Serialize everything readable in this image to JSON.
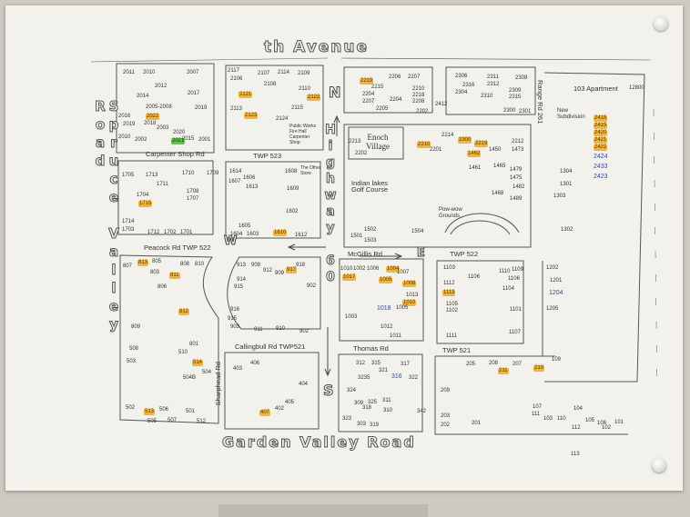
{
  "roads": {
    "top": "th Avenue",
    "left": "Spruce Valley Road",
    "center": "Highway 60",
    "bottom": "Garden Valley Road",
    "range_rd": "Range Rd 261",
    "carpenter": "Carpenter Shop Rd",
    "twp523": "TWP 523",
    "peacock": "Peacock Rd TWP 522",
    "mcgillis": "McGillis Rd",
    "twp522": "TWP 522",
    "callingbull": "Callingbull Rd TWP521",
    "thomas": "Thomas Rd",
    "twp521": "TWP 521",
    "sharphead": "Sharphead Rd"
  },
  "compass": {
    "north": "N",
    "south": "S",
    "west": "W",
    "east": "E"
  },
  "places": {
    "enoch": "Enoch Village",
    "golf": "Indian lakes Golf Course",
    "powwow": "Pow-wow Grounds",
    "apartment": "103 Apartment",
    "subdivision": "New Subdivision",
    "public_works": "Public Works Fire Hall Carpenter Shop",
    "other_store": "The Other Store"
  },
  "colors": {
    "highlight_orange": "#f1b53e",
    "highlight_green": "#5cc44e",
    "ink_blue": "#3a4a9a"
  },
  "labels": [
    {
      "t": "2011",
      "h": ""
    },
    {
      "t": "2010",
      "h": ""
    },
    {
      "t": "2007",
      "h": ""
    },
    {
      "t": "2012",
      "h": ""
    },
    {
      "t": "2014",
      "h": ""
    },
    {
      "t": "2005-2008",
      "h": ""
    },
    {
      "t": "2017",
      "h": ""
    },
    {
      "t": "2019",
      "h": ""
    },
    {
      "t": "2016",
      "h": ""
    },
    {
      "t": "2022",
      "h": "o"
    },
    {
      "t": "2019",
      "h": ""
    },
    {
      "t": "2018",
      "h": ""
    },
    {
      "t": "2003",
      "h": ""
    },
    {
      "t": "2020",
      "h": ""
    },
    {
      "t": "2021",
      "h": "g"
    },
    {
      "t": "2015",
      "h": ""
    },
    {
      "t": "2001",
      "h": ""
    },
    {
      "t": "2010",
      "h": ""
    },
    {
      "t": "2002",
      "h": ""
    },
    {
      "t": "2117",
      "h": ""
    },
    {
      "t": "2106",
      "h": ""
    },
    {
      "t": "2107",
      "h": ""
    },
    {
      "t": "2114",
      "h": ""
    },
    {
      "t": "2109",
      "h": ""
    },
    {
      "t": "2108",
      "h": ""
    },
    {
      "t": "2110",
      "h": ""
    },
    {
      "t": "2121",
      "h": "o"
    },
    {
      "t": "2122",
      "h": "o"
    },
    {
      "t": "2113",
      "h": ""
    },
    {
      "t": "2123",
      "h": "o"
    },
    {
      "t": "2115",
      "h": ""
    },
    {
      "t": "2124",
      "h": ""
    },
    {
      "t": "2219",
      "h": "o"
    },
    {
      "t": "2206",
      "h": ""
    },
    {
      "t": "2207",
      "h": ""
    },
    {
      "t": "2215",
      "h": ""
    },
    {
      "t": "2204",
      "h": ""
    },
    {
      "t": "2210",
      "h": ""
    },
    {
      "t": "2218",
      "h": ""
    },
    {
      "t": "2207",
      "h": ""
    },
    {
      "t": "2204",
      "h": ""
    },
    {
      "t": "2208",
      "h": ""
    },
    {
      "t": "2205",
      "h": ""
    },
    {
      "t": "2202",
      "h": ""
    },
    {
      "t": "2412",
      "h": ""
    },
    {
      "t": "2306",
      "h": ""
    },
    {
      "t": "2311",
      "h": ""
    },
    {
      "t": "2316",
      "h": ""
    },
    {
      "t": "2312",
      "h": ""
    },
    {
      "t": "2304",
      "h": ""
    },
    {
      "t": "2310",
      "h": ""
    },
    {
      "t": "2308",
      "h": ""
    },
    {
      "t": "2309",
      "h": ""
    },
    {
      "t": "2315",
      "h": ""
    },
    {
      "t": "2300",
      "h": ""
    },
    {
      "t": "2301",
      "h": ""
    },
    {
      "t": "2210",
      "h": "o"
    },
    {
      "t": "2213",
      "h": ""
    },
    {
      "t": "2202",
      "h": ""
    },
    {
      "t": "2201",
      "h": ""
    },
    {
      "t": "2214",
      "h": ""
    },
    {
      "t": "2300",
      "h": "o"
    },
    {
      "t": "2219",
      "h": "o"
    },
    {
      "t": "1462",
      "h": "o"
    },
    {
      "t": "1450",
      "h": ""
    },
    {
      "t": "1461",
      "h": ""
    },
    {
      "t": "1465",
      "h": ""
    },
    {
      "t": "1473",
      "h": ""
    },
    {
      "t": "2212",
      "h": ""
    },
    {
      "t": "1479",
      "h": ""
    },
    {
      "t": "1475",
      "h": ""
    },
    {
      "t": "1482",
      "h": ""
    },
    {
      "t": "1468",
      "h": ""
    },
    {
      "t": "1489",
      "h": ""
    },
    {
      "t": "1502",
      "h": ""
    },
    {
      "t": "1501",
      "h": ""
    },
    {
      "t": "1503",
      "h": ""
    },
    {
      "t": "1504",
      "h": ""
    },
    {
      "t": "12800",
      "h": ""
    },
    {
      "t": "2418",
      "h": "o"
    },
    {
      "t": "2419",
      "h": "o"
    },
    {
      "t": "2420",
      "h": "o"
    },
    {
      "t": "2421",
      "h": "o"
    },
    {
      "t": "2422",
      "h": "o"
    },
    {
      "t": "2424",
      "h": "b"
    },
    {
      "t": "2433",
      "h": "b"
    },
    {
      "t": "2423",
      "h": "b"
    },
    {
      "t": "1304",
      "h": ""
    },
    {
      "t": "1301",
      "h": ""
    },
    {
      "t": "1303",
      "h": ""
    },
    {
      "t": "1302",
      "h": ""
    },
    {
      "t": "1705",
      "h": ""
    },
    {
      "t": "1713",
      "h": ""
    },
    {
      "t": "1711",
      "h": ""
    },
    {
      "t": "1710",
      "h": ""
    },
    {
      "t": "1709",
      "h": ""
    },
    {
      "t": "1708",
      "h": ""
    },
    {
      "t": "1707",
      "h": ""
    },
    {
      "t": "1704",
      "h": ""
    },
    {
      "t": "1715",
      "h": "o"
    },
    {
      "t": "1714",
      "h": ""
    },
    {
      "t": "1703",
      "h": ""
    },
    {
      "t": "1712",
      "h": ""
    },
    {
      "t": "1702",
      "h": ""
    },
    {
      "t": "1701",
      "h": ""
    },
    {
      "t": "1614",
      "h": ""
    },
    {
      "t": "1607",
      "h": ""
    },
    {
      "t": "1606",
      "h": ""
    },
    {
      "t": "1613",
      "h": ""
    },
    {
      "t": "1608",
      "h": ""
    },
    {
      "t": "1609",
      "h": ""
    },
    {
      "t": "1602",
      "h": ""
    },
    {
      "t": "1605",
      "h": ""
    },
    {
      "t": "1604",
      "h": ""
    },
    {
      "t": "1603",
      "h": ""
    },
    {
      "t": "1610",
      "h": "o"
    },
    {
      "t": "1612",
      "h": ""
    },
    {
      "t": "807",
      "h": ""
    },
    {
      "t": "813",
      "h": "o"
    },
    {
      "t": "805",
      "h": ""
    },
    {
      "t": "808",
      "h": ""
    },
    {
      "t": "810",
      "h": ""
    },
    {
      "t": "803",
      "h": ""
    },
    {
      "t": "811",
      "h": "o"
    },
    {
      "t": "806",
      "h": ""
    },
    {
      "t": "812",
      "h": "o"
    },
    {
      "t": "809",
      "h": ""
    },
    {
      "t": "508",
      "h": ""
    },
    {
      "t": "510",
      "h": ""
    },
    {
      "t": "503",
      "h": ""
    },
    {
      "t": "801",
      "h": ""
    },
    {
      "t": "514",
      "h": "o"
    },
    {
      "t": "504",
      "h": ""
    },
    {
      "t": "504B",
      "h": ""
    },
    {
      "t": "502",
      "h": ""
    },
    {
      "t": "513",
      "h": "o"
    },
    {
      "t": "506",
      "h": ""
    },
    {
      "t": "505",
      "h": ""
    },
    {
      "t": "507",
      "h": ""
    },
    {
      "t": "501",
      "h": ""
    },
    {
      "t": "512",
      "h": ""
    },
    {
      "t": "913",
      "h": ""
    },
    {
      "t": "909",
      "h": ""
    },
    {
      "t": "912",
      "h": ""
    },
    {
      "t": "909",
      "h": ""
    },
    {
      "t": "917",
      "h": "o"
    },
    {
      "t": "918",
      "h": ""
    },
    {
      "t": "914",
      "h": ""
    },
    {
      "t": "915",
      "h": ""
    },
    {
      "t": "902",
      "h": ""
    },
    {
      "t": "916",
      "h": ""
    },
    {
      "t": "915",
      "h": ""
    },
    {
      "t": "903",
      "h": ""
    },
    {
      "t": "911",
      "h": ""
    },
    {
      "t": "910",
      "h": ""
    },
    {
      "t": "902",
      "h": ""
    },
    {
      "t": "403",
      "h": ""
    },
    {
      "t": "406",
      "h": ""
    },
    {
      "t": "404",
      "h": ""
    },
    {
      "t": "407",
      "h": "o"
    },
    {
      "t": "402",
      "h": ""
    },
    {
      "t": "405",
      "h": ""
    },
    {
      "t": "1010",
      "h": ""
    },
    {
      "t": "1002",
      "h": ""
    },
    {
      "t": "1006",
      "h": ""
    },
    {
      "t": "1004",
      "h": "o"
    },
    {
      "t": "1007",
      "h": ""
    },
    {
      "t": "1017",
      "h": "o"
    },
    {
      "t": "1005",
      "h": "o"
    },
    {
      "t": "1008",
      "h": "o"
    },
    {
      "t": "1013",
      "h": ""
    },
    {
      "t": "1010",
      "h": "o"
    },
    {
      "t": "1018",
      "h": "b"
    },
    {
      "t": "1005",
      "h": ""
    },
    {
      "t": "1003",
      "h": ""
    },
    {
      "t": "1012",
      "h": ""
    },
    {
      "t": "1011",
      "h": ""
    },
    {
      "t": "1103",
      "h": ""
    },
    {
      "t": "1106",
      "h": ""
    },
    {
      "t": "1110",
      "h": ""
    },
    {
      "t": "1109",
      "h": ""
    },
    {
      "t": "1106",
      "h": ""
    },
    {
      "t": "1112",
      "h": ""
    },
    {
      "t": "1113",
      "h": "o"
    },
    {
      "t": "1104",
      "h": ""
    },
    {
      "t": "1105",
      "h": ""
    },
    {
      "t": "1102",
      "h": ""
    },
    {
      "t": "1101",
      "h": ""
    },
    {
      "t": "1107",
      "h": ""
    },
    {
      "t": "1111",
      "h": ""
    },
    {
      "t": "1202",
      "h": ""
    },
    {
      "t": "1201",
      "h": ""
    },
    {
      "t": "1204",
      "h": "b"
    },
    {
      "t": "1205",
      "h": ""
    },
    {
      "t": "312",
      "h": ""
    },
    {
      "t": "315",
      "h": ""
    },
    {
      "t": "321",
      "h": ""
    },
    {
      "t": "317",
      "h": ""
    },
    {
      "t": "316",
      "h": "b"
    },
    {
      "t": "322",
      "h": ""
    },
    {
      "t": "3235",
      "h": ""
    },
    {
      "t": "324",
      "h": ""
    },
    {
      "t": "309",
      "h": ""
    },
    {
      "t": "325",
      "h": ""
    },
    {
      "t": "311",
      "h": ""
    },
    {
      "t": "318",
      "h": ""
    },
    {
      "t": "310",
      "h": ""
    },
    {
      "t": "323",
      "h": ""
    },
    {
      "t": "303",
      "h": ""
    },
    {
      "t": "319",
      "h": ""
    },
    {
      "t": "342",
      "h": ""
    },
    {
      "t": "209",
      "h": ""
    },
    {
      "t": "205",
      "h": ""
    },
    {
      "t": "208",
      "h": ""
    },
    {
      "t": "211",
      "h": "o"
    },
    {
      "t": "207",
      "h": ""
    },
    {
      "t": "210",
      "h": "o"
    },
    {
      "t": "109",
      "h": ""
    },
    {
      "t": "203",
      "h": ""
    },
    {
      "t": "202",
      "h": ""
    },
    {
      "t": "201",
      "h": ""
    },
    {
      "t": "107",
      "h": ""
    },
    {
      "t": "111",
      "h": ""
    },
    {
      "t": "103",
      "h": ""
    },
    {
      "t": "110",
      "h": ""
    },
    {
      "t": "104",
      "h": ""
    },
    {
      "t": "105",
      "h": ""
    },
    {
      "t": "112",
      "h": ""
    },
    {
      "t": "108",
      "h": ""
    },
    {
      "t": "102",
      "h": ""
    },
    {
      "t": "101",
      "h": ""
    },
    {
      "t": "113",
      "h": ""
    }
  ]
}
